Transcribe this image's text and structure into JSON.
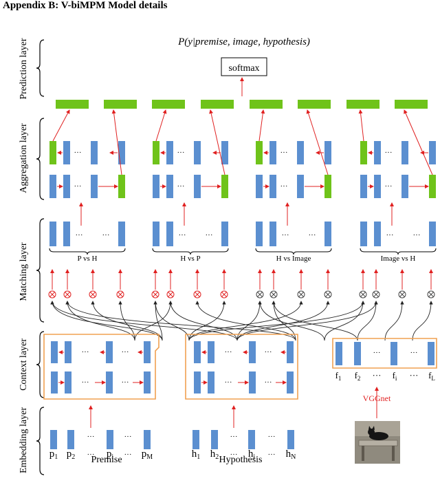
{
  "title": "Appendix B: V-biMPM Model details",
  "formula": "P(y|premise, image, hypothesis)",
  "softmax_label": "softmax",
  "layers": {
    "prediction": "Prediction layer",
    "aggregation": "Aggregation layer",
    "matching": "Matching layer",
    "context": "Context layer",
    "embedding": "Embedding layer"
  },
  "matching_groups": [
    "P vs H",
    "H vs P",
    "H vs Image",
    "Image vs H"
  ],
  "premise_label": "Premise",
  "hypothesis_label": "Hypothesis",
  "premise_tokens": [
    "p",
    "p",
    "···",
    "p",
    "···",
    "p"
  ],
  "premise_subs": [
    "1",
    "2",
    "",
    "i",
    "",
    "M"
  ],
  "hypothesis_tokens": [
    "h",
    "h",
    "···",
    "h",
    "···",
    "h"
  ],
  "hypothesis_subs": [
    "1",
    "2",
    "",
    "i",
    "",
    "N"
  ],
  "image_features": [
    "f",
    "f",
    "···",
    "f",
    "···",
    "f"
  ],
  "image_feature_subs": [
    "1",
    "2",
    "",
    "i",
    "",
    "L"
  ],
  "vggnet_label": "VGGnet",
  "ellipsis": "···",
  "colors": {
    "vector_blue": "#5b8fd0",
    "aggregation_green": "#6fc31a",
    "orange_box": "#f0a050",
    "arrow_red": "#e02020"
  }
}
